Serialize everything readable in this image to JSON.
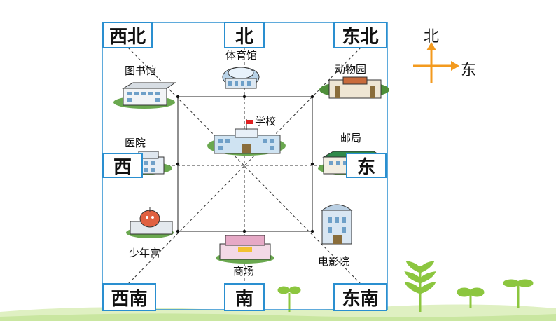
{
  "directions": {
    "north": "北",
    "south": "南",
    "east": "东",
    "west": "西",
    "northeast": "东北",
    "northwest": "西北",
    "southeast": "东南",
    "southwest": "西南"
  },
  "buildings": {
    "center": "学校",
    "north": "体育馆",
    "northwest": "图书馆",
    "northeast": "动物园",
    "west": "医院",
    "east": "邮局",
    "southwest": "少年宫",
    "south": "商场",
    "southeast": "电影院"
  },
  "compass": {
    "north": "北",
    "east": "东"
  },
  "colors": {
    "frame": "#2a8fd0",
    "compass": "#f39a1e",
    "ground": "#c9e6a0",
    "plant": "#8cc63f"
  }
}
